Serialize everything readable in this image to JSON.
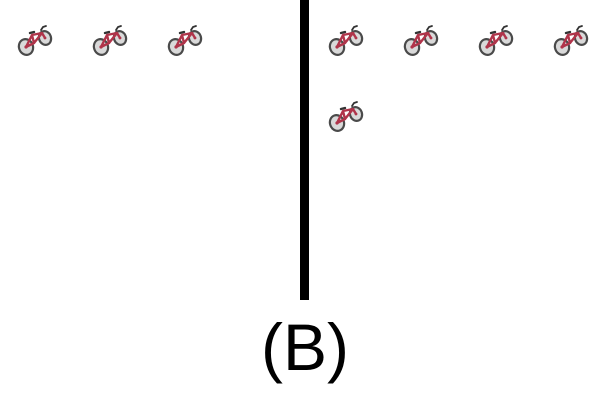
{
  "caption": "(B)",
  "groups": [
    {
      "name": "left",
      "bike_count": 3
    },
    {
      "name": "right",
      "bike_count": 5
    }
  ],
  "icon": "bicycle-icon",
  "colors": {
    "frame": "#b0344a",
    "tire": "#555555",
    "divider": "#000000"
  }
}
